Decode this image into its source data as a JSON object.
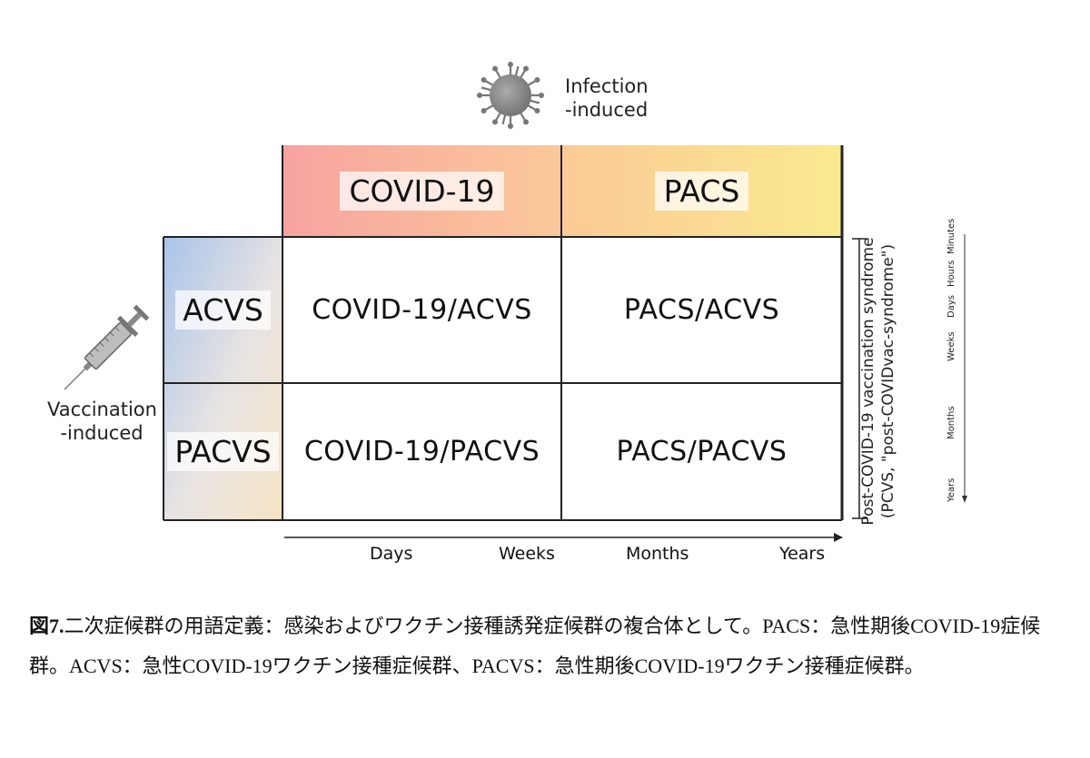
{
  "infection_label": {
    "line1": "Infection",
    "line2": "-induced"
  },
  "vaccination_label": {
    "line1": "Vaccination",
    "line2": "-induced"
  },
  "columns": [
    "COVID-19",
    "PACS"
  ],
  "rows": [
    "ACVS",
    "PACVS"
  ],
  "cells": [
    [
      "COVID-19/ACVS",
      "PACS/ACVS"
    ],
    [
      "COVID-19/PACVS",
      "PACS/PACVS"
    ]
  ],
  "time_axis": [
    "Days",
    "Weeks",
    "Months",
    "Years"
  ],
  "side_label": {
    "line1": "Post-COVID-19 vaccination syndrome",
    "line2": "(PCVS, \"post-COVIDvac-syndrome\")"
  },
  "side_time_scale": [
    "Minutes",
    "Hours",
    "Days",
    "Weeks",
    "Months",
    "Years"
  ],
  "caption": {
    "figure_number": "図7.",
    "text": "二次症候群の用語定義：感染およびワクチン接種誘発症候群の複合体として。PACS：急性期後COVID-19症候群。ACVS：急性COVID-19ワクチン接種症候群、PACVS：急性期後COVID-19ワクチン接種症候群。"
  },
  "colors": {
    "covid_header_start": "#f7a3a0",
    "covid_header_end": "#fbc99a",
    "pacs_header_start": "#fbca96",
    "pacs_header_end": "#f9ea8f",
    "row_band_top": "#a9c4ea",
    "row_band_bottom": "#f3e4c8",
    "grid_line": "#222222"
  }
}
